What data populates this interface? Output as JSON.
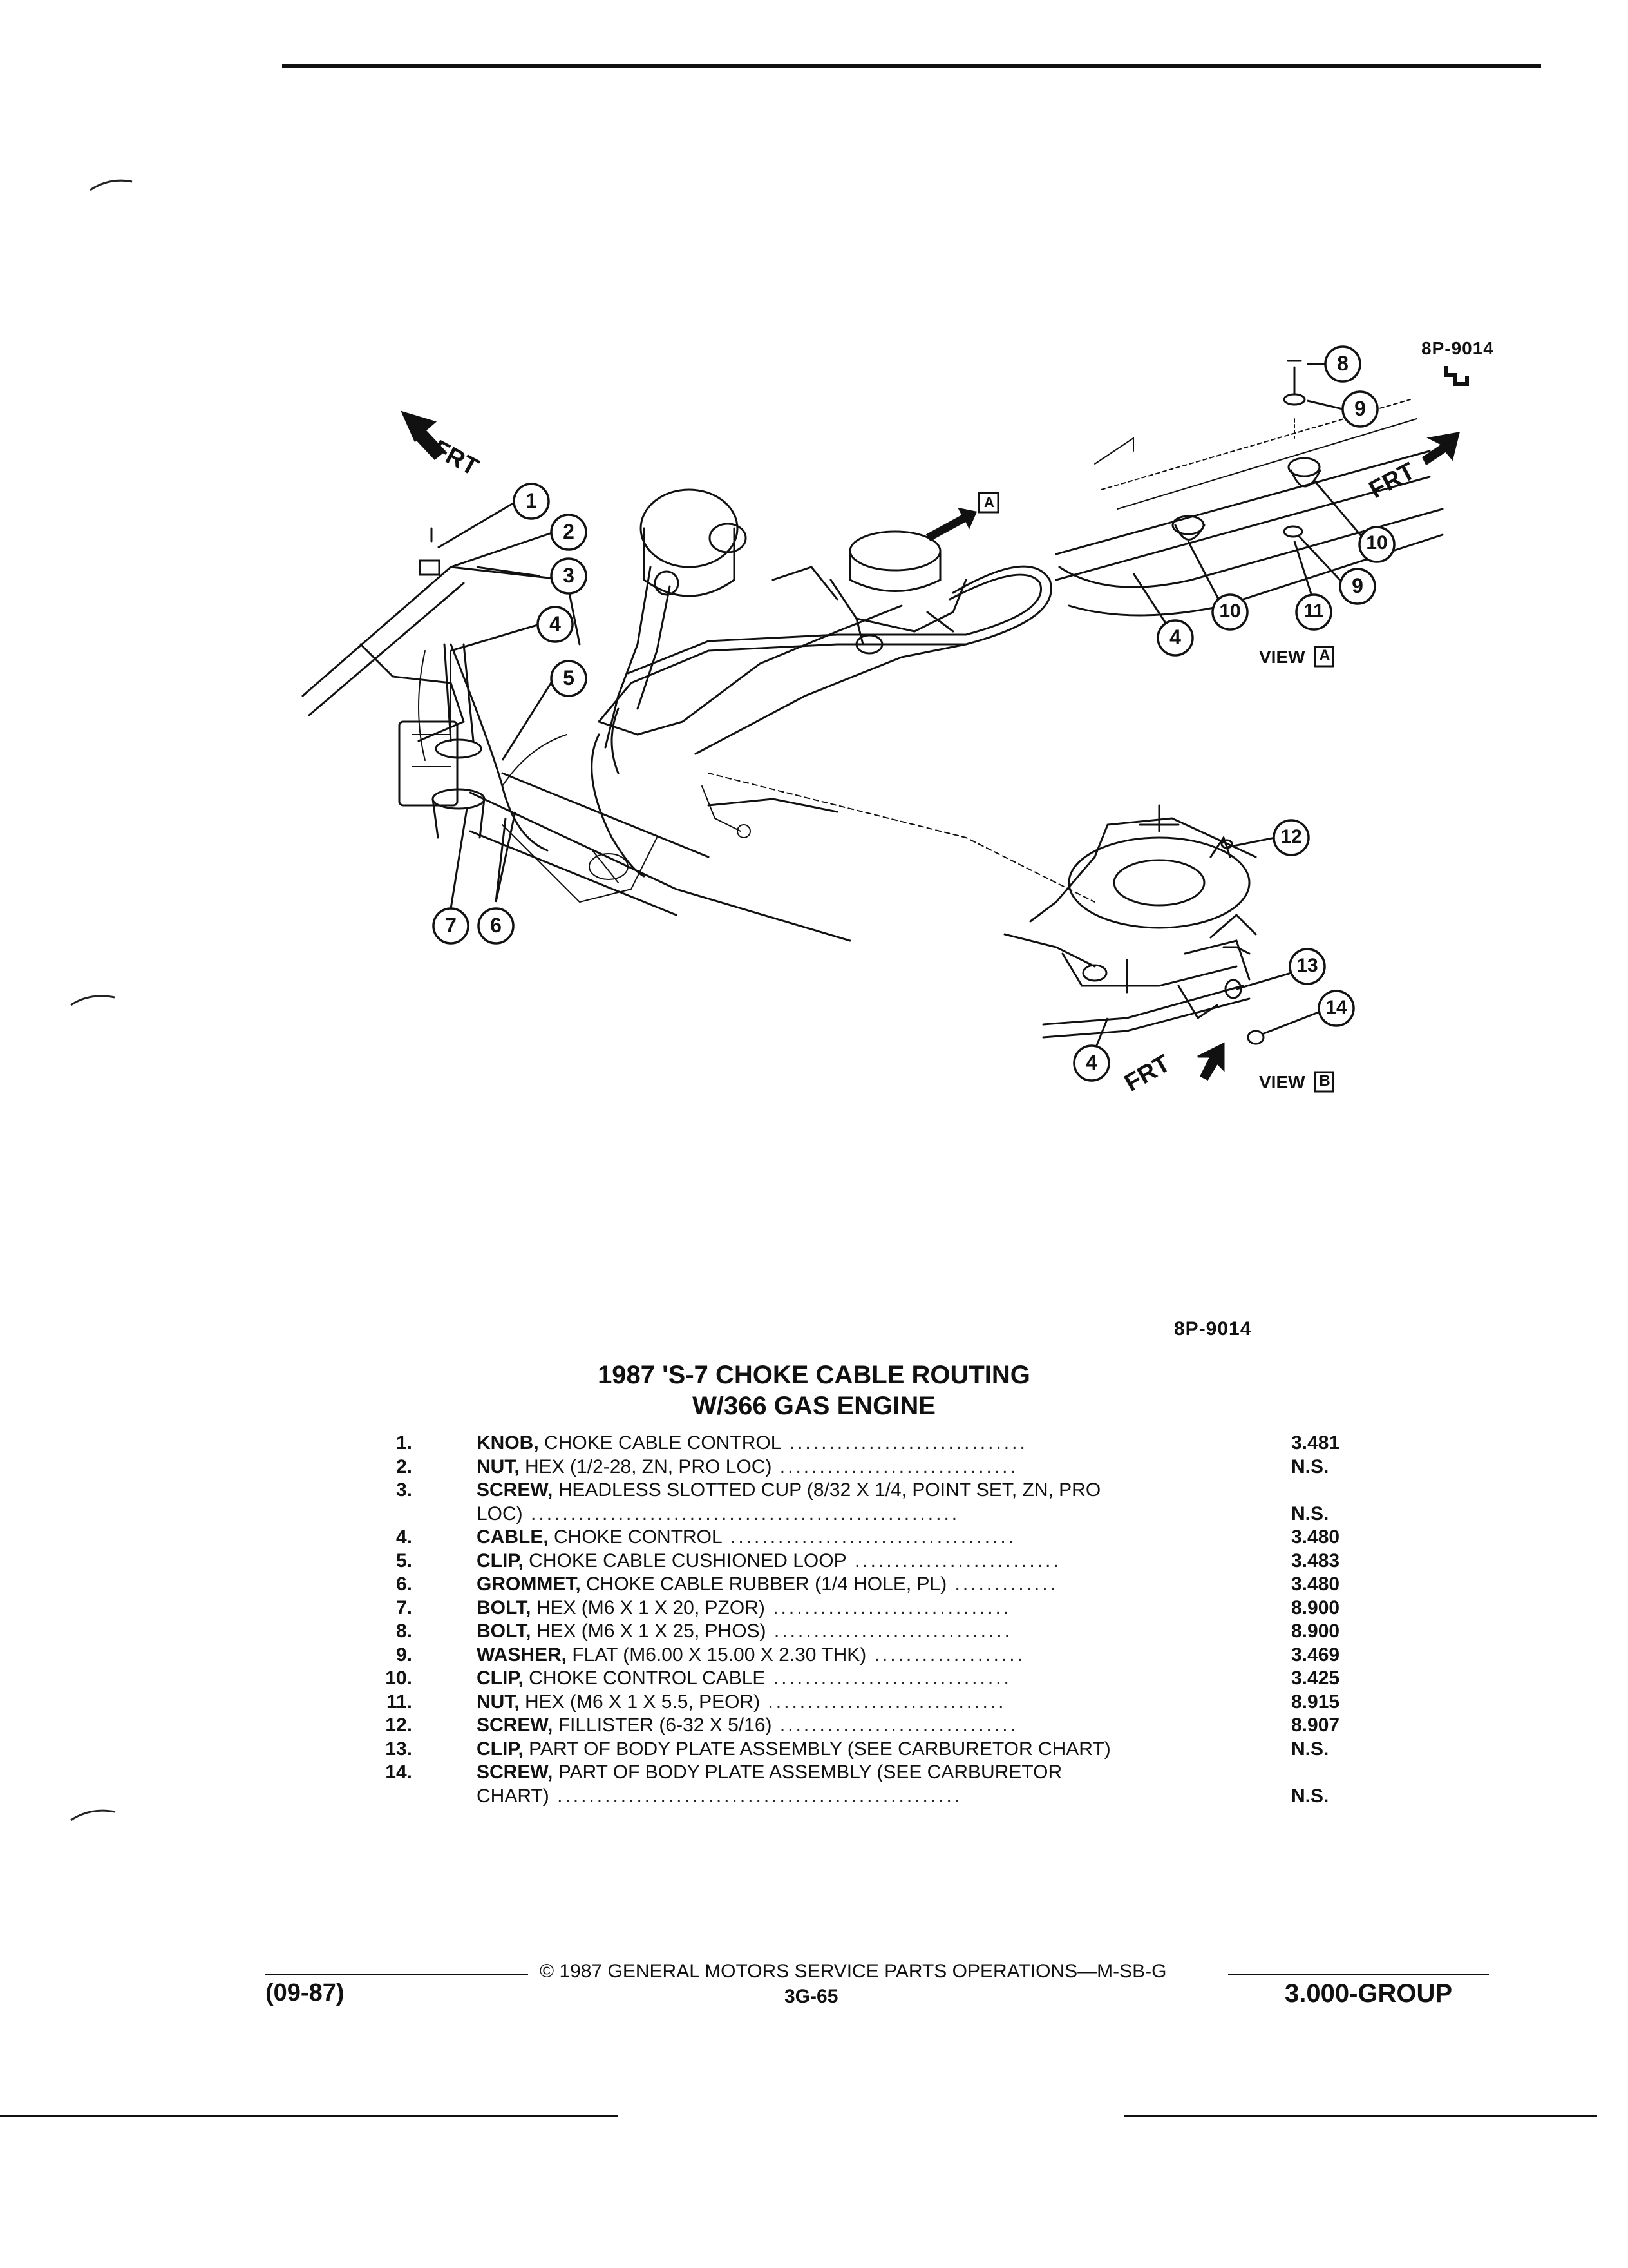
{
  "illustration": {
    "ref_code_top": "8P-9014",
    "front_label": "FRT",
    "view_a_letter": "A",
    "view_b_letter": "B",
    "view_a_label": "VIEW",
    "view_b_label": "VIEW",
    "callouts": [
      "1",
      "2",
      "3",
      "4",
      "5",
      "6",
      "7",
      "8",
      "9",
      "10",
      "11",
      "12",
      "13",
      "14"
    ]
  },
  "header": {
    "ref_code": "8P-9014",
    "title_line1": "1987 'S-7 CHOKE CABLE ROUTING",
    "title_line2": "W/366 GAS ENGINE"
  },
  "parts": [
    {
      "num": "1.",
      "name": "KNOB,",
      "desc": " CHOKE CABLE CONTROL",
      "dots": " ..............................",
      "value": "3.481"
    },
    {
      "num": "2.",
      "name": "NUT,",
      "desc": " HEX (1/2-28, ZN, PRO LOC)",
      "dots": " ..............................",
      "value": "N.S."
    },
    {
      "num": "3.",
      "name": "SCREW,",
      "desc": " HEADLESS SLOTTED CUP (8/32 X 1/4, POINT SET, ZN, PRO",
      "desc2": "LOC)",
      "dots": " ......................................................",
      "value": "N.S."
    },
    {
      "num": "4.",
      "name": "CABLE,",
      "desc": " CHOKE CONTROL",
      "dots": " ....................................",
      "value": "3.480"
    },
    {
      "num": "5.",
      "name": "CLIP,",
      "desc": " CHOKE CABLE CUSHIONED LOOP",
      "dots": " ..........................",
      "value": "3.483"
    },
    {
      "num": "6.",
      "name": "GROMMET,",
      "desc": " CHOKE CABLE RUBBER (1/4 HOLE, PL)",
      "dots": " .............",
      "value": "3.480"
    },
    {
      "num": "7.",
      "name": "BOLT,",
      "desc": " HEX (M6 X 1 X 20, PZOR)",
      "dots": " ..............................",
      "value": "8.900"
    },
    {
      "num": "8.",
      "name": "BOLT,",
      "desc": " HEX (M6 X 1 X 25, PHOS)",
      "dots": " ..............................",
      "value": "8.900"
    },
    {
      "num": "9.",
      "name": "WASHER,",
      "desc": " FLAT (M6.00 X 15.00 X 2.30 THK)",
      "dots": " ...................",
      "value": "3.469"
    },
    {
      "num": "10.",
      "name": "CLIP,",
      "desc": " CHOKE CONTROL CABLE",
      "dots": " ..............................",
      "value": "3.425"
    },
    {
      "num": "11.",
      "name": "NUT,",
      "desc": " HEX (M6 X 1 X 5.5, PEOR)",
      "dots": " ..............................",
      "value": "8.915"
    },
    {
      "num": "12.",
      "name": "SCREW,",
      "desc": " FILLISTER (6-32 X 5/16)",
      "dots": " ..............................",
      "value": "8.907"
    },
    {
      "num": "13.",
      "name": "CLIP,",
      "desc": " PART OF BODY PLATE ASSEMBLY (SEE CARBURETOR CHART)",
      "dots": "",
      "value": "N.S."
    },
    {
      "num": "14.",
      "name": "SCREW,",
      "desc": " PART OF BODY PLATE ASSEMBLY (SEE CARBURETOR",
      "desc2": "CHART)",
      "dots": " ...................................................",
      "value": "N.S."
    }
  ],
  "footer": {
    "date": "(09-87)",
    "copyright": "© 1987 GENERAL MOTORS SERVICE PARTS OPERATIONS—M-SB-G",
    "page": "3G-65",
    "group": "3.000-GROUP"
  }
}
